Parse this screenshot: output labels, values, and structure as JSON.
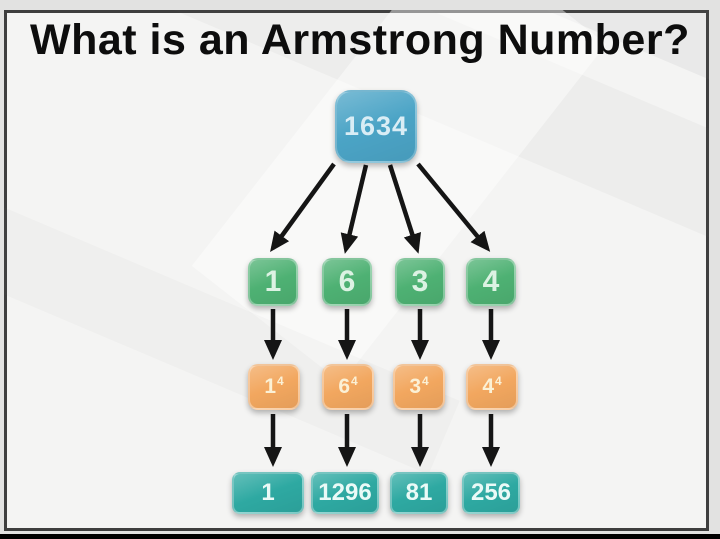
{
  "title": "What is an Armstrong Number?",
  "colors": {
    "root_blue": "#4ba4c6",
    "digit_green": "#4eb173",
    "power_orange": "#f2a75f",
    "result_teal": "#2ea9a2",
    "arrow_black": "#151515",
    "title_text": "#0d0d0d"
  },
  "diagram": {
    "root": {
      "label": "1634"
    },
    "digits": [
      {
        "label": "1"
      },
      {
        "label": "6"
      },
      {
        "label": "3"
      },
      {
        "label": "4"
      }
    ],
    "powers": [
      {
        "base": "1",
        "exp": "4"
      },
      {
        "base": "6",
        "exp": "4"
      },
      {
        "base": "3",
        "exp": "4"
      },
      {
        "base": "4",
        "exp": "4"
      }
    ],
    "results": [
      {
        "label": "1"
      },
      {
        "label": "1296"
      },
      {
        "label": "81"
      },
      {
        "label": "256"
      }
    ]
  }
}
